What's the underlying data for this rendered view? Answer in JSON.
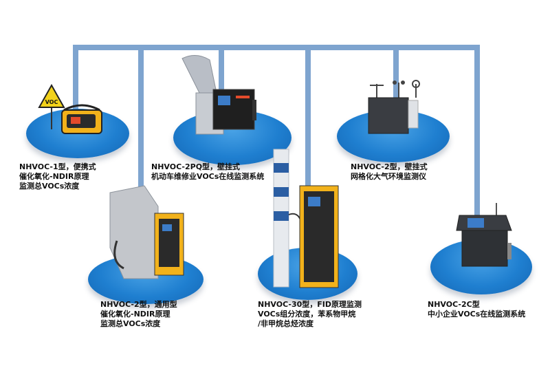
{
  "products": [
    {
      "id": "p1",
      "lines": [
        "NHVOC-1型，便携式",
        "催化氧化-NDIR原理",
        "监测总VOCs浓度"
      ],
      "icon": "portable-analyzer-icon",
      "sign": "VOC"
    },
    {
      "id": "p2",
      "lines": [
        "NHVOC-2PQ型，壁挂式",
        "机动车维修业VOCs在线监测系统"
      ],
      "icon": "wall-mounted-analyzer-icon"
    },
    {
      "id": "p3",
      "lines": [
        "NHVOC-2型，壁挂式",
        "网格化大气环境监测仪"
      ],
      "icon": "weather-station-icon"
    },
    {
      "id": "p4",
      "lines": [
        "NHVOC-2型，通用型",
        "催化氧化-NDIR原理",
        "监测总VOCs浓度"
      ],
      "icon": "duct-cabinet-analyzer-icon"
    },
    {
      "id": "p5",
      "lines": [
        "NHVOC-30型，FID原理监测",
        "VOCs组分浓度，苯系物甲烷",
        "/非甲烷总烃浓度"
      ],
      "icon": "chimney-cabinet-analyzer-icon"
    },
    {
      "id": "p6",
      "lines": [
        "NHVOC-2C型",
        "中小企业VOCs在线监测系统"
      ],
      "icon": "console-analyzer-icon"
    }
  ],
  "colors": {
    "wire": "#7ea4cf",
    "disc": "#1f7fd0",
    "accent": "#f2b21b"
  }
}
